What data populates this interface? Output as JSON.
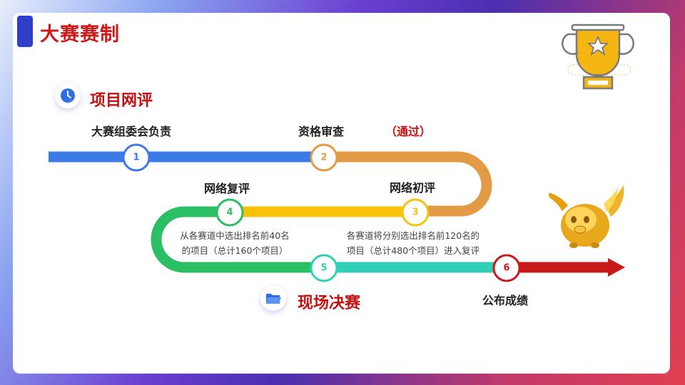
{
  "title": "大赛赛制",
  "section_online": "项目网评",
  "section_final": "现场决赛",
  "organizer": "大赛组委会负责",
  "qualification": "资格审查",
  "qualification_status": "（通过）",
  "online_initial": "网络初评",
  "online_review": "网络复评",
  "note_initial": [
    "各赛道将分别选出排名前120名的",
    "项目（总计480个项目）进入复评"
  ],
  "note_review": [
    "从各赛道中选出排名前40名",
    "的项目（总计160个项目）"
  ],
  "publish": "公布成绩",
  "steps": [
    "1",
    "2",
    "3",
    "4",
    "5",
    "6"
  ],
  "colors": {
    "blue": "#3a7be8",
    "orange": "#e39a44",
    "yellow": "#f8c20a",
    "green": "#2bbf63",
    "teal": "#2fcfb8",
    "red": "#c81a1a"
  }
}
